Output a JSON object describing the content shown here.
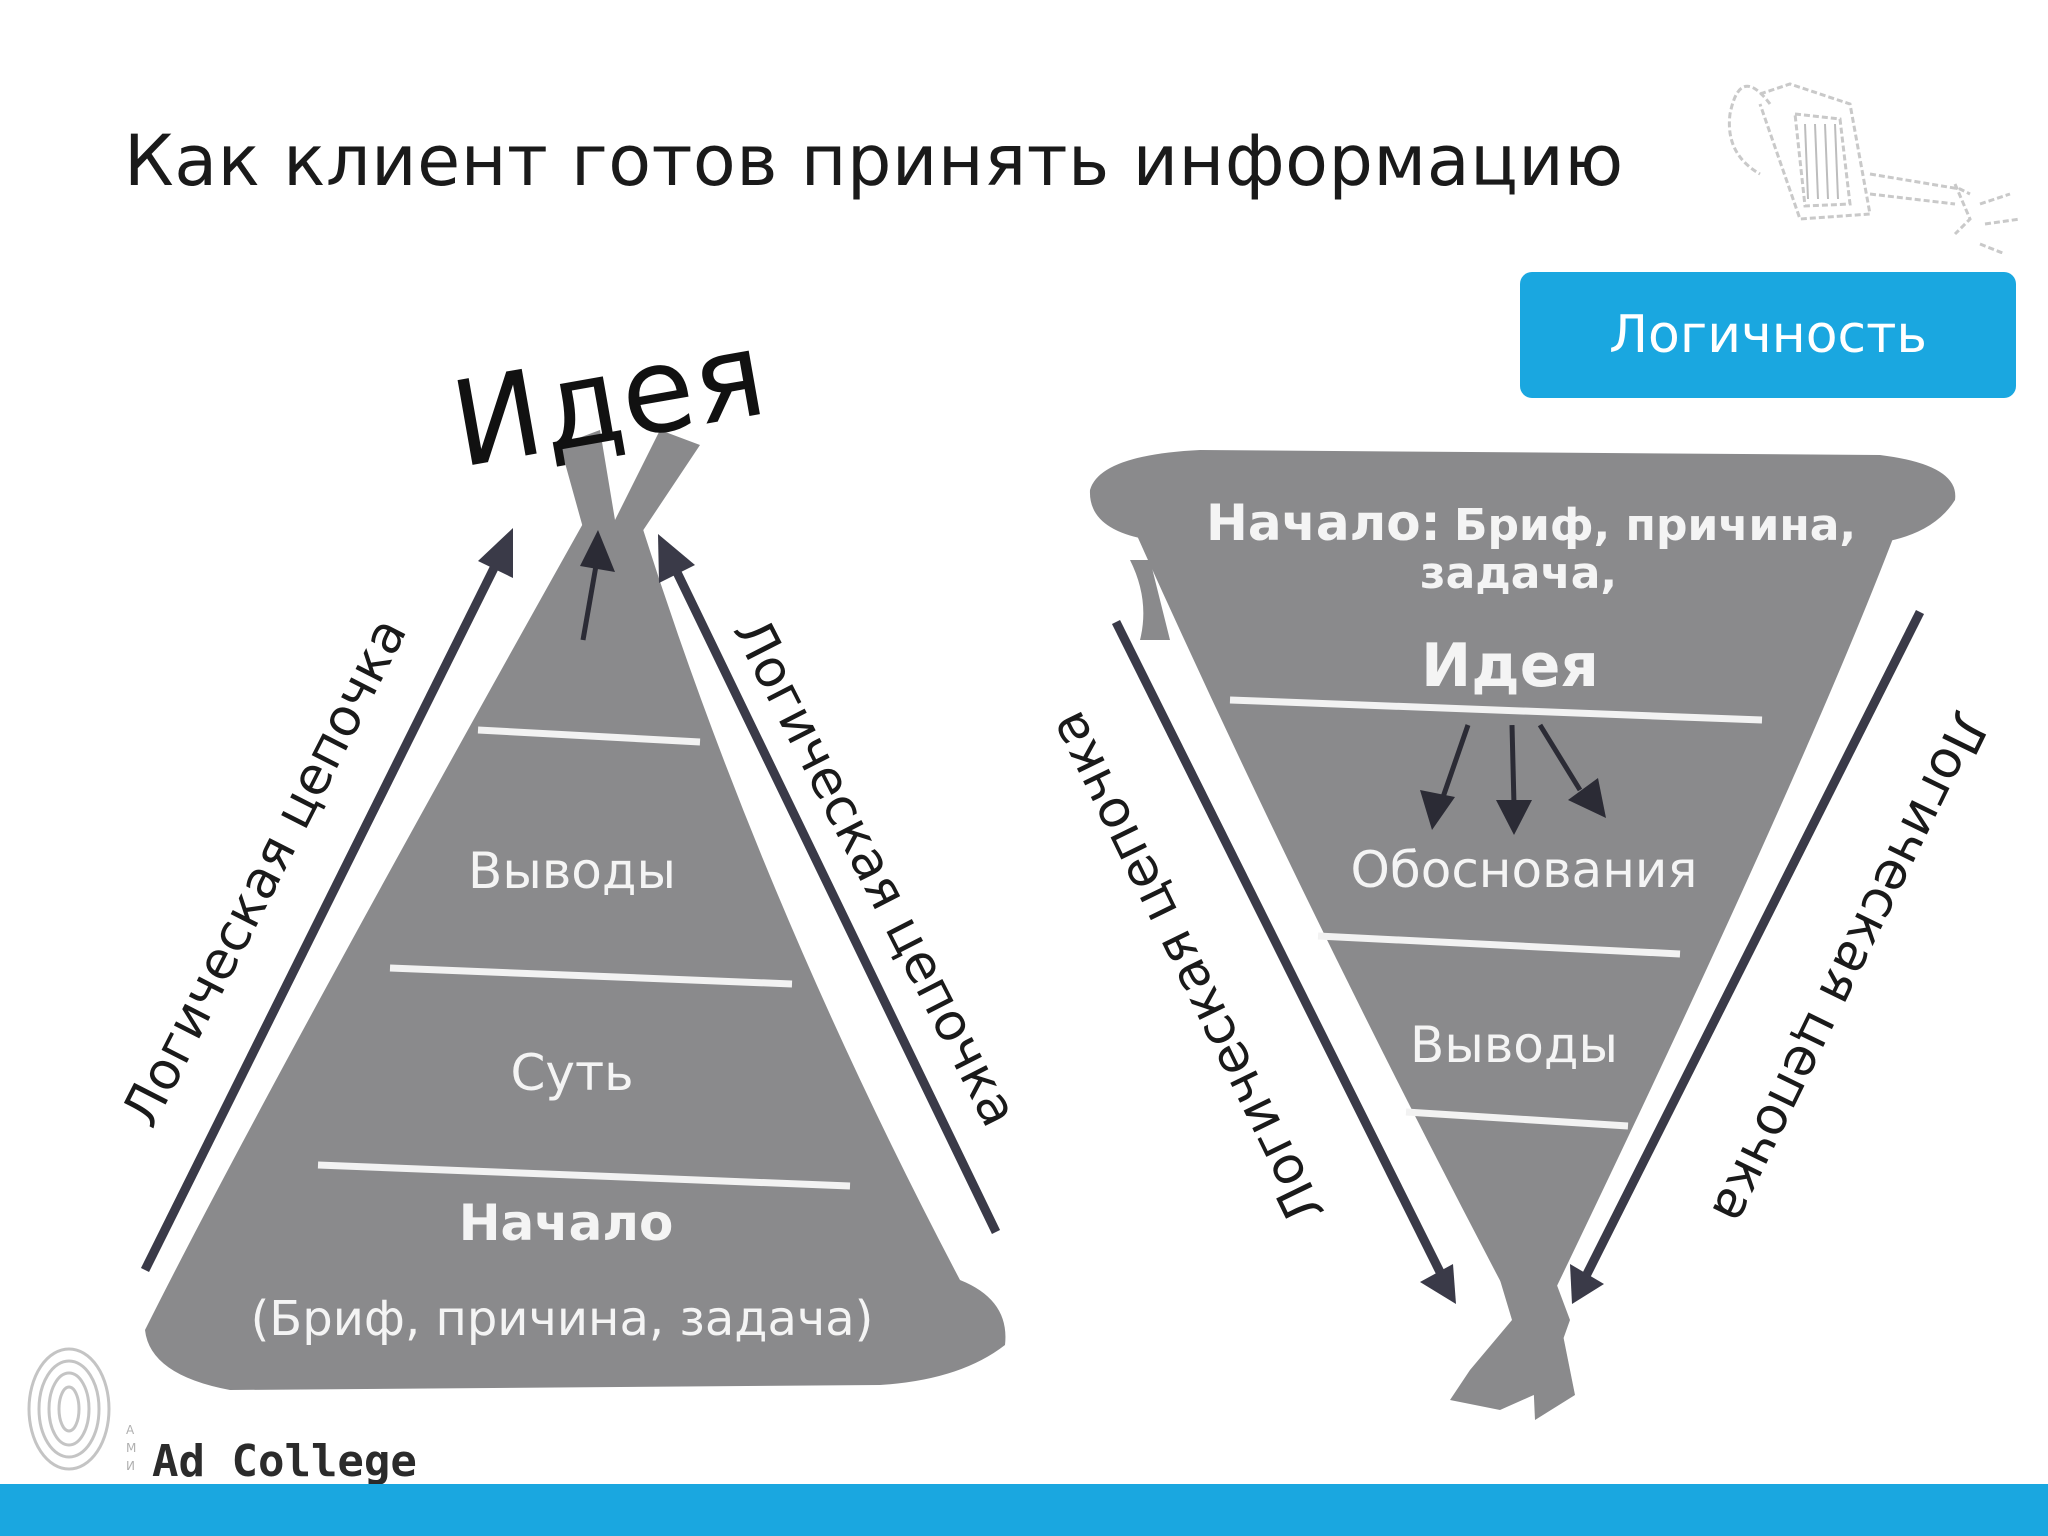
{
  "slide": {
    "title": "Как клиент готов принять информацию",
    "badge": "Логичность",
    "brand": "Ad College"
  },
  "pyramid": {
    "apex_label": "Идея",
    "arrow_left_label": "Логическая цепочка",
    "arrow_right_label": "Логическая цепочка",
    "level_top": "Выводы",
    "level_middle": "Суть",
    "level_bottom_bold": "Начало",
    "level_bottom_sub": "(Бриф, причина, задача)"
  },
  "funnel": {
    "top_bold": "Начало:",
    "top_line1": "Бриф, причина,",
    "top_line2": "задача,",
    "idea": "Идея",
    "level2": "Обоснования",
    "level3": "Выводы",
    "arrow_left_label": "Логическая цепочка",
    "arrow_right_label": "Логическая цепочка"
  },
  "colors": {
    "accent": "#1aa7e0",
    "shape_gray": "#8a8a8c",
    "arrow": "#3a3a48",
    "divider": "#f2f2f2"
  }
}
